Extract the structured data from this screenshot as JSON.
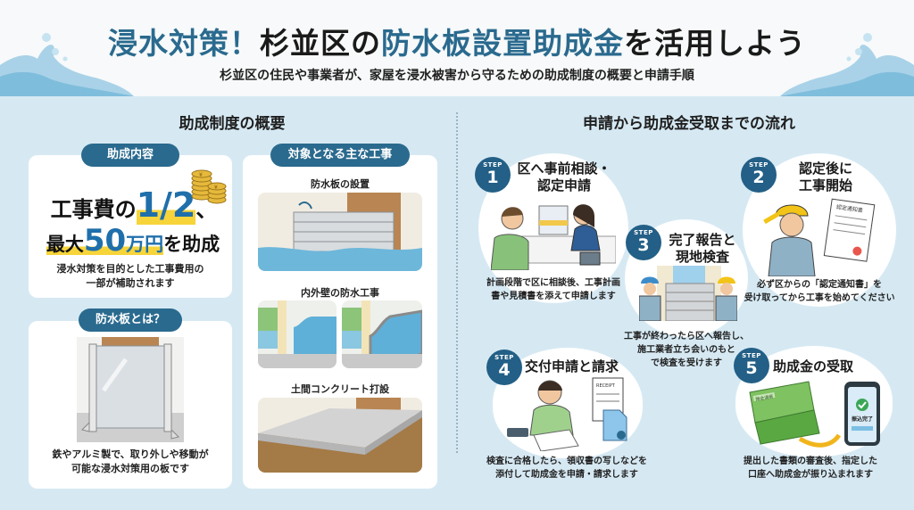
{
  "header": {
    "title_parts": [
      {
        "text": "浸水対策！",
        "style": "accent"
      },
      {
        "text": "杉並区の",
        "style": "dark"
      },
      {
        "text": "防水板設置助成金",
        "style": "accent"
      },
      {
        "text": "を活用しよう",
        "style": "dark"
      }
    ],
    "subtitle": "杉並区の住民や事業者が、家屋を浸水被害から守るための助成制度の概要と申請手順"
  },
  "colors": {
    "accent": "#2a6a8e",
    "badge": "#235f86",
    "highlight": "#f6d43a",
    "number_blue": "#1f6fab",
    "background": "#d6e9f3"
  },
  "overview": {
    "title": "助成制度の概要",
    "subsidy": {
      "pill": "助成内容",
      "line1_prefix": "工事費の",
      "line1_value": "1/2",
      "line1_suffix": "、",
      "line2_prefix": "最大",
      "line2_value": "50",
      "line2_unit": "万円",
      "line2_suffix": "を助成",
      "desc_line1": "浸水対策を目的とした工事費用の",
      "desc_line2": "一部が補助されます",
      "icon": "yen-coins-icon"
    },
    "what_is": {
      "pill": "防水板とは？",
      "desc_line1": "鉄やアルミ製で、取り外しや移動が",
      "desc_line2": "可能な浸水対策用の板です"
    },
    "works": {
      "pill": "対象となる主な工事",
      "items": [
        {
          "label": "防水板の設置"
        },
        {
          "label": "内外壁の防水工事"
        },
        {
          "label": "土間コンクリート打設"
        }
      ]
    }
  },
  "flow": {
    "title": "申請から助成金受取までの流れ",
    "steps": [
      {
        "step_label": "STEP",
        "number": "1",
        "title_line1": "区へ事前相談・",
        "title_line2": "認定申請",
        "desc_line1": "計画段階で区に相談後、工事計画",
        "desc_line2": "書や見積書を添えて申請します",
        "desc_line3": ""
      },
      {
        "step_label": "STEP",
        "number": "2",
        "title_line1": "認定後に",
        "title_line2": "工事開始",
        "desc_line1": "必ず区からの「認定通知書」を",
        "desc_line2": "受け取ってから工事を始めてください",
        "desc_line3": "",
        "doc_label": "認定通知書"
      },
      {
        "step_label": "STEP",
        "number": "3",
        "title_line1": "完了報告と",
        "title_line2": "現地検査",
        "desc_line1": "工事が終わったら区へ報告し、",
        "desc_line2": "施工業者立ち会いのもと",
        "desc_line3": "で検査を受けます"
      },
      {
        "step_label": "STEP",
        "number": "4",
        "title_line1": "交付申請と請求",
        "title_line2": "",
        "desc_line1": "検査に合格したら、領収書の写しなどを",
        "desc_line2": "添付して助成金を申請・請求します",
        "desc_line3": "",
        "doc_label": "RECEIPT"
      },
      {
        "step_label": "STEP",
        "number": "5",
        "title_line1": "助成金の受取",
        "title_line2": "",
        "desc_line1": "提出した書類の審査後、指定した",
        "desc_line2": "口座へ助成金が振り込まれます",
        "desc_line3": "",
        "passbook_label": "預金通帳",
        "phone_label": "振込完了"
      }
    ]
  }
}
